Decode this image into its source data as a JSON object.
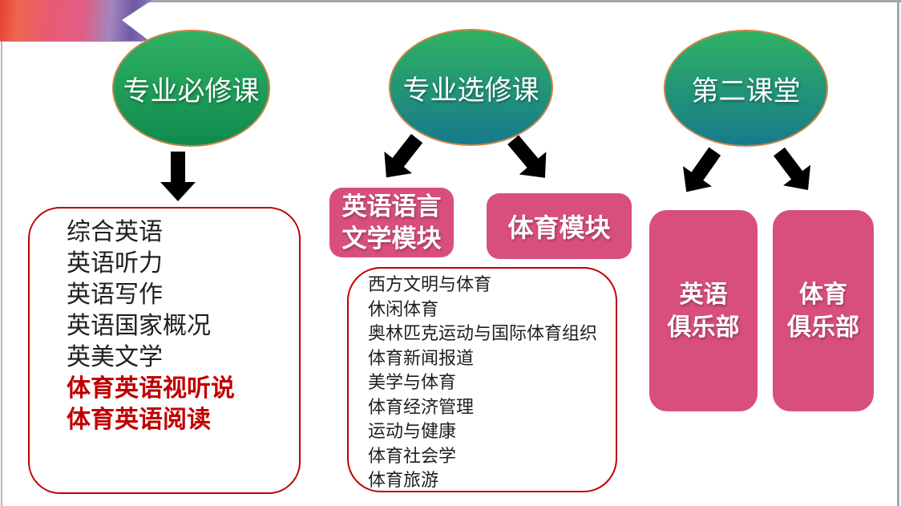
{
  "colors": {
    "ellipse_top": "#2fb162",
    "ellipse_bottom_green": "#0f8a4e",
    "ellipse_bottom_teal": "#177a8c",
    "ellipse_border": "#c9854b",
    "pink_box": "#d84f7d",
    "red_outline": "#c00000",
    "highlight_text": "#c00000",
    "body_text": "#1f1f1f",
    "arrow": "#000000",
    "edge_line": "#a0a8b0",
    "edge_line_light": "#b3b8bd",
    "ribbon_underline": "#8f98a0",
    "ribbon_red": "#e44030",
    "ribbon_orange": "#ef6550",
    "ribbon_pink": "#ea5a72",
    "ribbon_rose": "#e05e86",
    "ribbon_lilac": "#a287bd",
    "ribbon_purple": "#6f58a5",
    "ribbon_purple_light": "#9080b8"
  },
  "categories": {
    "required": {
      "label": "专业必修课"
    },
    "elective": {
      "label": "专业选修课"
    },
    "second_classroom": {
      "label": "第二课堂"
    }
  },
  "required_courses": {
    "items": [
      "综合英语",
      "英语听力",
      "英语写作",
      "英语国家概况",
      "英美文学",
      "体育英语视听说",
      "体育英语阅读"
    ]
  },
  "elective_modules": {
    "english_literature": {
      "line1": "英语语言",
      "line2": "文学模块"
    },
    "sports": {
      "label": "体育模块"
    }
  },
  "elective_courses": {
    "items": [
      "西方文明与体育",
      "休闲体育",
      "奥林匹克运动与国际体育组织",
      "体育新闻报道",
      "美学与体育",
      "体育经济管理",
      "运动与健康",
      "体育社会学",
      "体育旅游"
    ]
  },
  "clubs": {
    "english": {
      "line1": "英语",
      "line2": "俱乐部"
    },
    "sports": {
      "line1": "体育",
      "line2": "俱乐部"
    }
  }
}
